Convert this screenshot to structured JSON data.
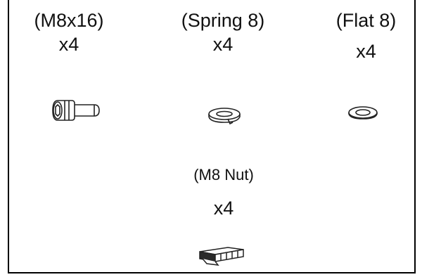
{
  "parts": [
    {
      "code": "(M8x16)",
      "qty": "x4",
      "icon": "socket-head-cap-screw-icon"
    },
    {
      "code": "(Spring 8)",
      "qty": "x4",
      "icon": "spring-lock-washer-icon"
    },
    {
      "code": "(Flat 8)",
      "qty": "x4",
      "icon": "flat-washer-icon"
    },
    {
      "code": "(M8 Nut)",
      "qty": "x4",
      "icon": "t-slot-nut-icon"
    }
  ]
}
